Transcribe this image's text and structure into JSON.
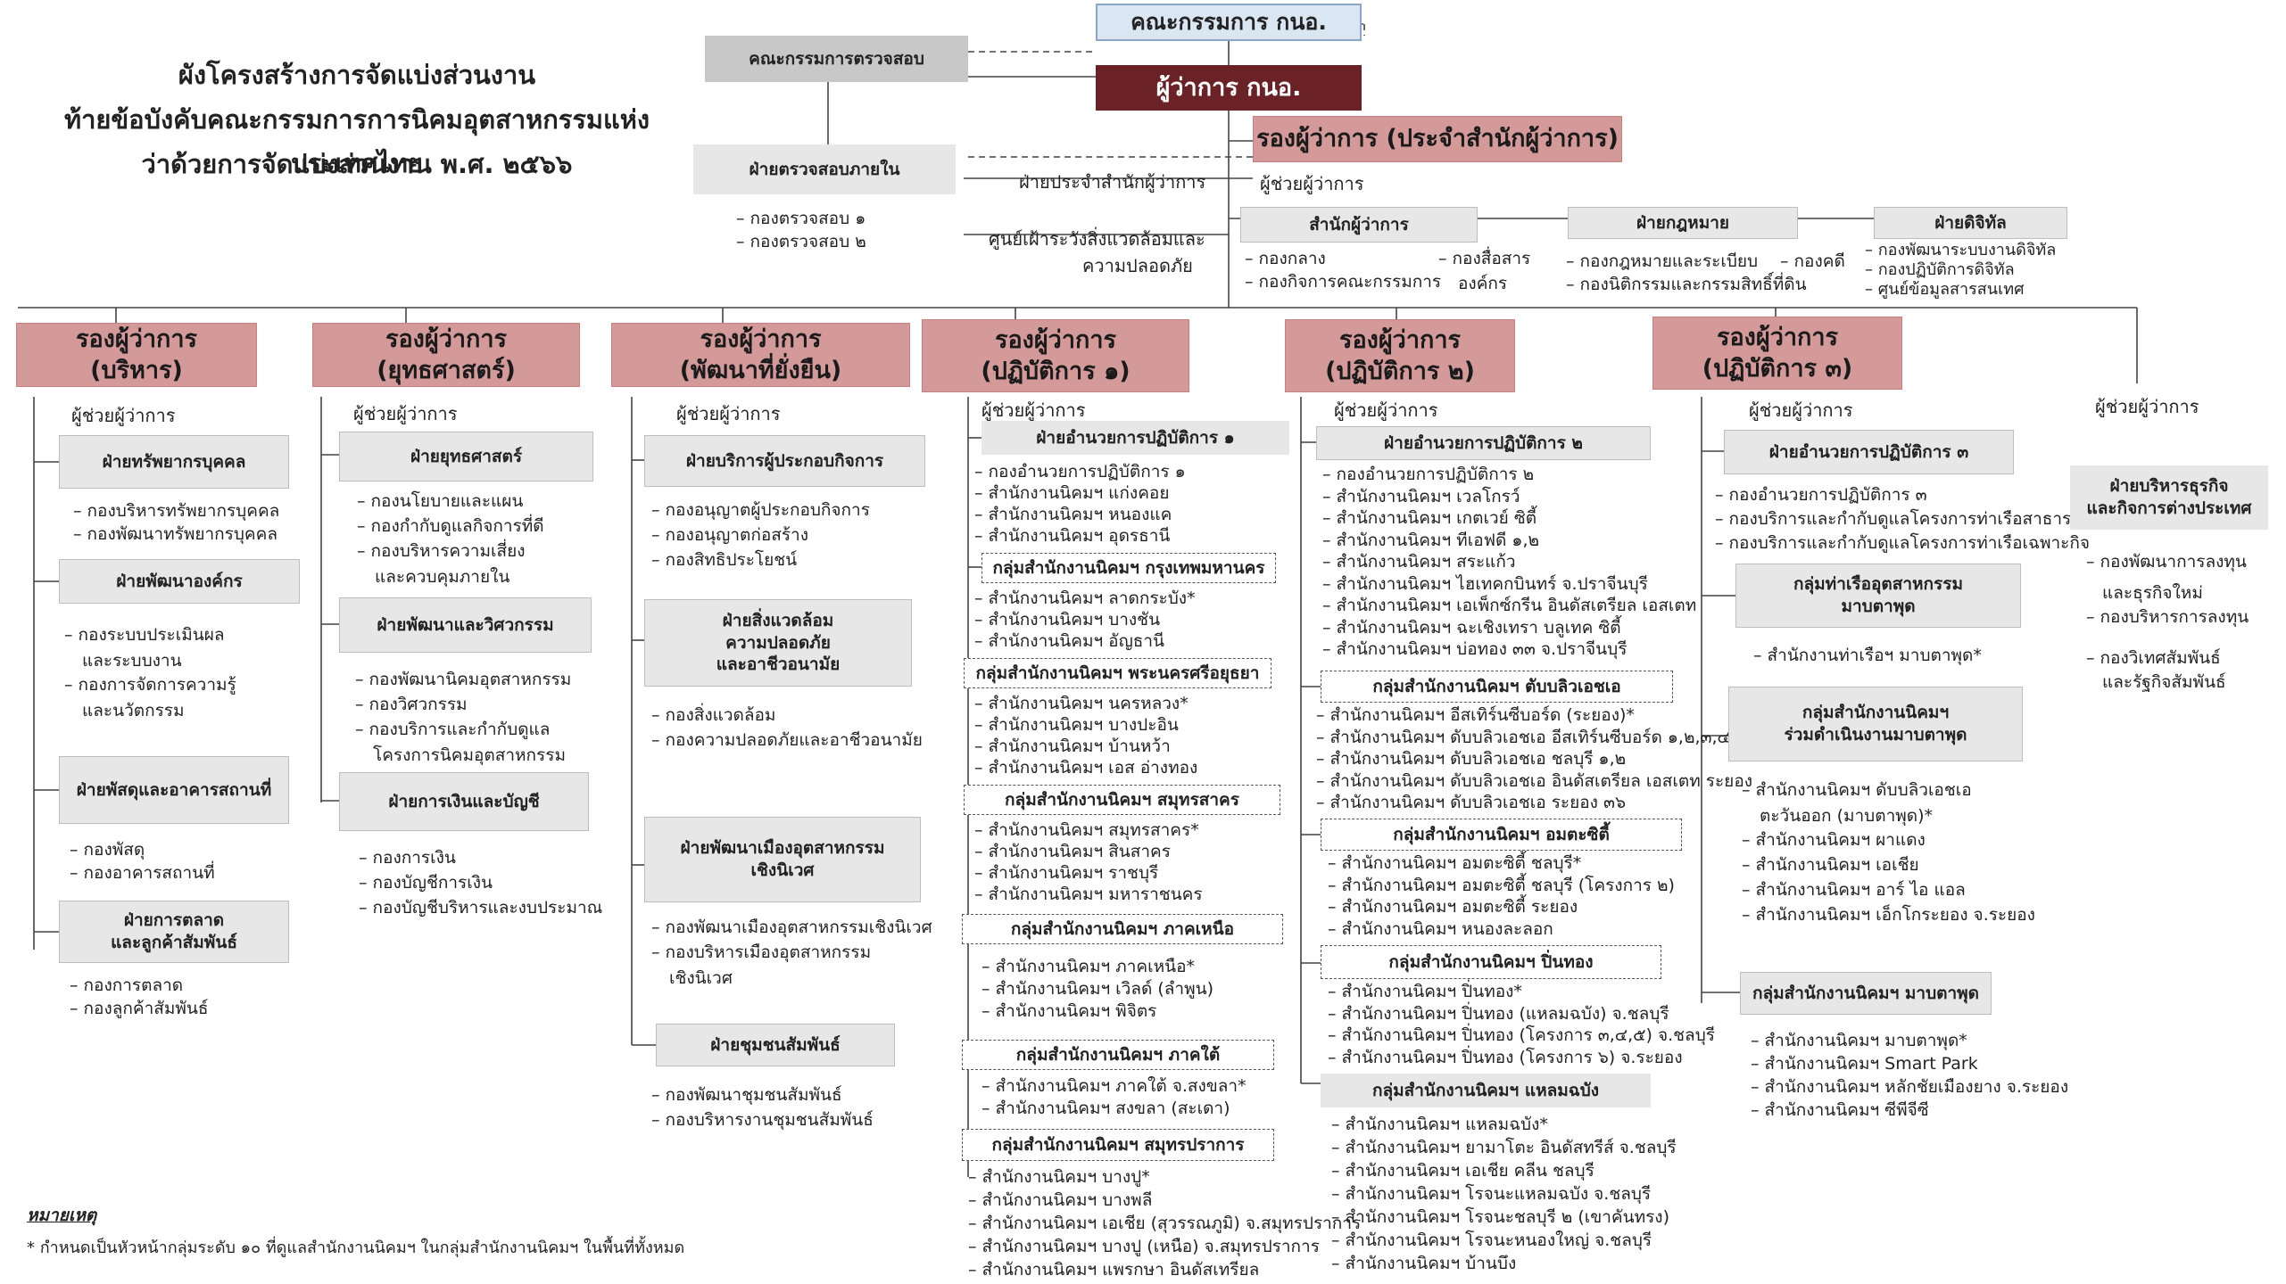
{
  "title": {
    "line1": "ผังโครงสร้างการจัดแบ่งส่วนงาน",
    "line2": "ท้ายข้อบังคับคณะกรรมการการนิคมอุตสาหกรรมแห่งประเทศไทย",
    "line3": "ว่าด้วยการจัดแบ่งส่วนงาน พ.ศ. ๒๕๖๖"
  },
  "top": {
    "board": "คณะกรรมการ กนอ.",
    "audit_committee": "คณะกรรมการตรวจสอบ",
    "governor": "ผู้ว่าการ กนอ.",
    "deputy_office": "รองผู้ว่าการ (ประจำสำนักผู้ว่าการ)",
    "assistant": "ผู้ช่วยผู้ว่าการ",
    "internal_audit": "ฝ่ายตรวจสอบภายใน",
    "audit_items": [
      "กองตรวจสอบ ๑",
      "กองตรวจสอบ ๒"
    ],
    "gov_office_dept": "ฝ่ายประจำสำนักผู้ว่าการ",
    "env_center_1": "ศูนย์เฝ้าระวังสิ่งแวดล้อมและ",
    "env_center_2": "ความปลอดภัย"
  },
  "office": {
    "title": "สำนักผู้ว่าการ",
    "items_a": [
      "กองกลาง",
      "กองกิจการคณะกรรมการ"
    ],
    "items_b": [
      "กองสื่อสาร"
    ],
    "items_b_cont": "องค์กร"
  },
  "legal": {
    "title": "ฝ่ายกฎหมาย",
    "items_a": [
      "กองกฎหมายและระเบียบ",
      "กองนิติกรรมและกรรมสิทธิ์ที่ดิน"
    ],
    "items_b": [
      "กองคดี"
    ]
  },
  "digital": {
    "title": "ฝ่ายดิจิทัล",
    "items": [
      "กองพัฒนาระบบงานดิจิทัล",
      "กองปฏิบัติการดิจิทัล",
      "ศูนย์ข้อมูลสารสนเทศ"
    ]
  },
  "d1": {
    "head": "รองผู้ว่าการ\n(บริหาร)",
    "assistant": "ผู้ช่วยผู้ว่าการ",
    "dept1": "ฝ่ายทรัพยากรบุคคล",
    "dept1_items": [
      "กองบริหารทรัพยากรบุคคล",
      "กองพัฒนาทรัพยากรบุคคล"
    ],
    "dept2": "ฝ่ายพัฒนาองค์กร",
    "dept2_items": [
      "กองระบบประเมินผล",
      "กองการจัดการความรู้"
    ],
    "dept2_cont1": "และระบบงาน",
    "dept2_cont2": "และนวัตกรรม",
    "dept3": "ฝ่ายพัสดุและอาคารสถานที่",
    "dept3_items": [
      "กองพัสดุ",
      "กองอาคารสถานที่"
    ],
    "dept4": "ฝ่ายการตลาด\nและลูกค้าสัมพันธ์",
    "dept4_items": [
      "กองการตลาด",
      "กองลูกค้าสัมพันธ์"
    ]
  },
  "d2": {
    "head": "รองผู้ว่าการ\n(ยุทธศาสตร์)",
    "assistant": "ผู้ช่วยผู้ว่าการ",
    "dept1": "ฝ่ายยุทธศาสตร์",
    "dept1_items": [
      "กองนโยบายและแผน",
      "กองกำกับดูแลกิจการที่ดี",
      "กองบริหารความเสี่ยง"
    ],
    "dept1_cont": "และควบคุมภายใน",
    "dept2": "ฝ่ายพัฒนาและวิศวกรรม",
    "dept2_items": [
      "กองพัฒนานิคมอุตสาหกรรม",
      "กองวิศวกรรม",
      "กองบริการและกำกับดูแล"
    ],
    "dept2_cont": "โครงการนิคมอุตสาหกรรม",
    "dept3": "ฝ่ายการเงินและบัญชี",
    "dept3_items": [
      "กองการเงิน",
      "กองบัญชีการเงิน",
      "กองบัญชีบริหารและงบประมาณ"
    ]
  },
  "d3": {
    "head": "รองผู้ว่าการ\n(พัฒนาที่ยั่งยืน)",
    "assistant": "ผู้ช่วยผู้ว่าการ",
    "dept1": "ฝ่ายบริการผู้ประกอบกิจการ",
    "dept1_items": [
      "กองอนุญาตผู้ประกอบกิจการ",
      "กองอนุญาตก่อสร้าง",
      "กองสิทธิประโยชน์"
    ],
    "dept2": "ฝ่ายสิ่งแวดล้อม\nความปลอดภัย\nและอาชีวอนามัย",
    "dept2_items": [
      "กองสิ่งแวดล้อม",
      "กองความปลอดภัยและอาชีวอนามัย"
    ],
    "dept3": "ฝ่ายพัฒนาเมืองอุตสาหกรรม\nเชิงนิเวศ",
    "dept3_items": [
      "กองพัฒนาเมืองอุตสาหกรรมเชิงนิเวศ",
      "กองบริหารเมืองอุตสาหกรรม"
    ],
    "dept3_cont": "เชิงนิเวศ",
    "dept4": "ฝ่ายชุมชนสัมพันธ์",
    "dept4_items": [
      "กองพัฒนาชุมชนสัมพันธ์",
      "กองบริหารงานชุมชนสัมพันธ์"
    ]
  },
  "d4": {
    "head": "รองผู้ว่าการ\n(ปฏิบัติการ ๑)",
    "assistant": "ผู้ช่วยผู้ว่าการ",
    "dept1": "ฝ่ายอำนวยการปฏิบัติการ ๑",
    "dept1_items": [
      "กองอำนวยการปฏิบัติการ ๑",
      "สำนักงานนิคมฯ แก่งคอย",
      "สำนักงานนิคมฯ หนองแค",
      "สำนักงานนิคมฯ อุดรธานี"
    ],
    "g1": "กลุ่มสำนักงานนิคมฯ กรุงเทพมหานคร",
    "g1_items": [
      "สำนักงานนิคมฯ ลาดกระบัง*",
      "สำนักงานนิคมฯ บางชัน",
      "สำนักงานนิคมฯ อัญธานี"
    ],
    "g2": "กลุ่มสำนักงานนิคมฯ พระนครศรีอยุธยา",
    "g2_items": [
      "สำนักงานนิคมฯ นครหลวง*",
      "สำนักงานนิคมฯ บางปะอิน",
      "สำนักงานนิคมฯ บ้านหว้า",
      "สำนักงานนิคมฯ เอส อ่างทอง"
    ],
    "g3": "กลุ่มสำนักงานนิคมฯ สมุทรสาคร",
    "g3_items": [
      "สำนักงานนิคมฯ สมุทรสาคร*",
      "สำนักงานนิคมฯ สินสาคร",
      "สำนักงานนิคมฯ ราชบุรี",
      "สำนักงานนิคมฯ มหาราชนคร"
    ],
    "g4": "กลุ่มสำนักงานนิคมฯ ภาคเหนือ",
    "g4_items": [
      "สำนักงานนิคมฯ ภาคเหนือ*",
      "สำนักงานนิคมฯ เวิลด์ (ลำพูน)",
      "สำนักงานนิคมฯ พิจิตร"
    ],
    "g5": "กลุ่มสำนักงานนิคมฯ ภาคใต้",
    "g5_items": [
      "สำนักงานนิคมฯ ภาคใต้ จ.สงขลา*",
      "สำนักงานนิคมฯ สงขลา (สะเดา)"
    ],
    "g6": "กลุ่มสำนักงานนิคมฯ สมุทรปราการ",
    "g6_items": [
      "สำนักงานนิคมฯ บางปู*",
      "สำนักงานนิคมฯ บางพลี",
      "สำนักงานนิคมฯ เอเชีย (สุวรรณภูมิ) จ.สมุทรปราการ",
      "สำนักงานนิคมฯ บางปู (เหนือ) จ.สมุทรปราการ",
      "สำนักงานนิคมฯ แพรกษา อินดัสเทรียล"
    ]
  },
  "d5": {
    "head": "รองผู้ว่าการ\n(ปฏิบัติการ ๒)",
    "assistant": "ผู้ช่วยผู้ว่าการ",
    "dept1": "ฝ่ายอำนวยการปฏิบัติการ ๒",
    "dept1_items": [
      "กองอำนวยการปฏิบัติการ ๒",
      "สำนักงานนิคมฯ เวลโกรว์",
      "สำนักงานนิคมฯ เกตเวย์ ซิตี้",
      "สำนักงานนิคมฯ ทีเอฟดี ๑,๒",
      "สำนักงานนิคมฯ สระแก้ว",
      "สำนักงานนิคมฯ ไฮเทคกบินทร์ จ.ปราจีนบุรี",
      "สำนักงานนิคมฯ เอเพ็กซ์กรีน อินดัสเตรียล เอสเตท",
      "สำนักงานนิคมฯ ฉะเชิงเทรา บลูเทค ซิตี้",
      "สำนักงานนิคมฯ บ่อทอง ๓๓ จ.ปราจีนบุรี"
    ],
    "g1": "กลุ่มสำนักงานนิคมฯ ตับบลิวเอชเอ",
    "g1_items": [
      "สำนักงานนิคมฯ อีสเทิร์นซีบอร์ด (ระยอง)*",
      "สำนักงานนิคมฯ ดับบลิวเอชเอ อีสเทิร์นซีบอร์ด ๑,๒,๓,๔",
      "สำนักงานนิคมฯ ดับบลิวเอชเอ ชลบุรี ๑,๒",
      "สำนักงานนิคมฯ ดับบลิวเอชเอ อินดัสเตรียล เอสเตท ระยอง",
      "สำนักงานนิคมฯ ดับบลิวเอชเอ ระยอง ๓๖"
    ],
    "g2": "กลุ่มสำนักงานนิคมฯ อมตะซิตี้",
    "g2_items": [
      "สำนักงานนิคมฯ อมตะซิตี้ ชลบุรี*",
      "สำนักงานนิคมฯ อมตะซิตี้ ชลบุรี (โครงการ ๒)",
      "สำนักงานนิคมฯ อมตะซิตี้ ระยอง",
      "สำนักงานนิคมฯ หนองละลอก"
    ],
    "g3": "กลุ่มสำนักงานนิคมฯ ปิ่นทอง",
    "g3_items": [
      "สำนักงานนิคมฯ ปิ่นทอง*",
      "สำนักงานนิคมฯ ปิ่นทอง (แหลมฉบัง) จ.ชลบุรี",
      "สำนักงานนิคมฯ ปิ่นทอง (โครงการ ๓,๔,๕) จ.ชลบุรี",
      "สำนักงานนิคมฯ ปิ่นทอง (โครงการ ๖) จ.ระยอง"
    ],
    "g4": "กลุ่มสำนักงานนิคมฯ แหลมฉบัง",
    "g4_items": [
      "สำนักงานนิคมฯ แหลมฉบัง*",
      "สำนักงานนิคมฯ ยามาโตะ อินดัสทรีส์ จ.ชลบุรี",
      "สำนักงานนิคมฯ เอเชีย คลีน ชลบุรี",
      "สำนักงานนิคมฯ โรจนะแหลมฉบัง จ.ชลบุรี",
      "สำนักงานนิคมฯ โรจนะชลบุรี ๒ (เขาคันทรง)",
      "สำนักงานนิคมฯ โรจนะหนองใหญ่ จ.ชลบุรี",
      "สำนักงานนิคมฯ บ้านบึง"
    ]
  },
  "d6": {
    "head": "รองผู้ว่าการ\n(ปฏิบัติการ ๓)",
    "assistant": "ผู้ช่วยผู้ว่าการ",
    "dept1": "ฝ่ายอำนวยการปฏิบัติการ ๓",
    "dept1_items": [
      "กองอำนวยการปฏิบัติการ ๓",
      "กองบริการและกำกับดูแลโครงการท่าเรือสาธารณะ",
      "กองบริการและกำกับดูแลโครงการท่าเรือเฉพาะกิจ"
    ],
    "g1": "กลุ่มท่าเรืออุตสาหกรรม\nมาบตาพุด",
    "g1_items": [
      "สำนักงานท่าเรือฯ มาบตาพุด*"
    ],
    "g2": "กลุ่มสำนักงานนิคมฯ\nร่วมดำเนินงานมาบตาพุด",
    "g2_items": [
      "สำนักงานนิคมฯ ดับบลิวเอชเอ"
    ],
    "g2_cont": "ตะวันออก (มาบตาพุด)*",
    "g2_items_b": [
      "สำนักงานนิคมฯ ผาแดง",
      "สำนักงานนิคมฯ เอเชีย",
      "สำนักงานนิคมฯ อาร์ ไอ แอล",
      "สำนักงานนิคมฯ เอ็กโกระยอง จ.ระยอง"
    ],
    "g3": "กลุ่มสำนักงานนิคมฯ มาบตาพุด",
    "g3_items": [
      "สำนักงานนิคมฯ มาบตาพุด*",
      "สำนักงานนิคมฯ Smart Park",
      "สำนักงานนิคมฯ หลักชัยเมืองยาง จ.ระยอง",
      "สำนักงานนิคมฯ ซีพีจีซี"
    ]
  },
  "d7": {
    "assistant": "ผู้ช่วยผู้ว่าการ",
    "dept1": "ฝ่ายบริหารธุรกิจ\nและกิจการต่างประเทศ",
    "dept1_items": [
      "กองพัฒนาการลงทุน"
    ],
    "dept1_cont": "และธุรกิจใหม่",
    "dept1_items_b": [
      "กองบริหารการลงทุน"
    ],
    "dept1_items_c": [
      "กองวิเทศสัมพันธ์"
    ],
    "dept1_cont2": "และรัฐกิจสัมพันธ์"
  },
  "note": {
    "heading": "หมายเหตุ",
    "text": "* กำหนดเป็นหัวหน้ากลุ่มระดับ ๑๐ ที่ดูแลสำนักงานนิคมฯ ในกลุ่มสำนักงานนิคมฯ ในพื้นที่ทั้งหมด"
  }
}
